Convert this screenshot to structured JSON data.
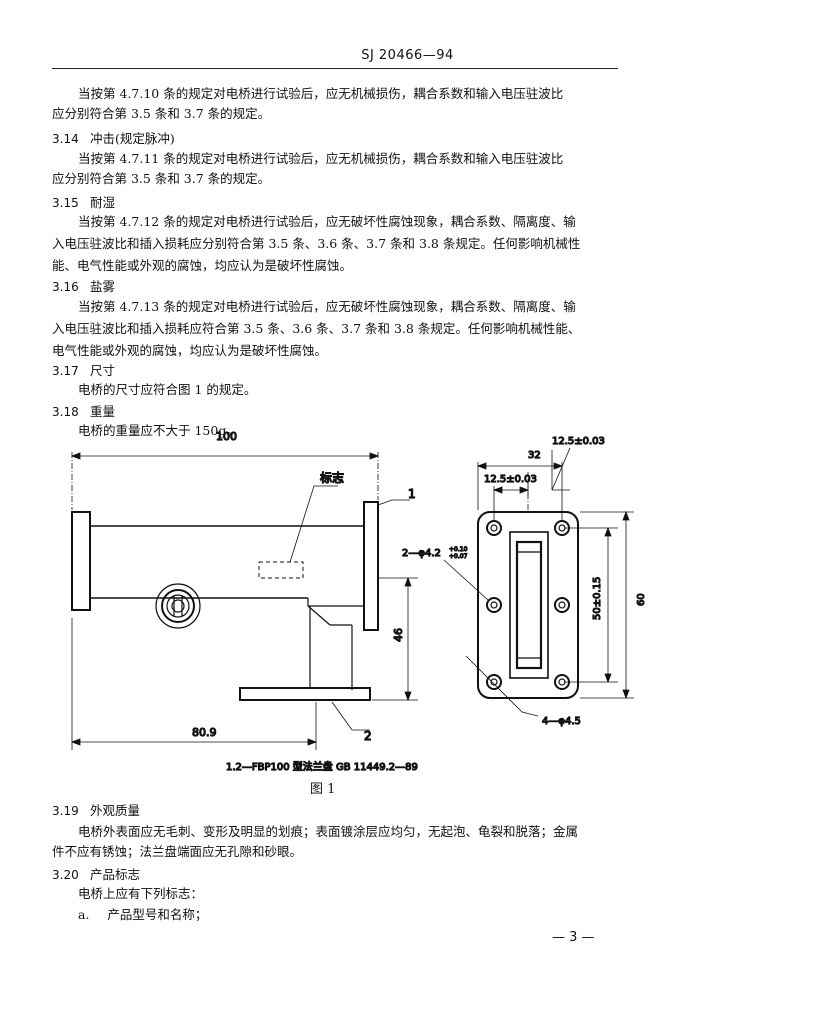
{
  "header": {
    "code": "SJ 20466—94"
  },
  "paragraphs": [
    "当按第 4.7.10 条的规定对电桥进行试验后，应无机械损伤，耦合系数和输入电压驻波比",
    "应分别符合第 3.5 条和 3.7 条的规定。"
  ],
  "sections": [
    {
      "num": "3.14",
      "title": "冲击(规定脉冲)",
      "lines": [
        "当按第 4.7.11 条的规定对电桥进行试验后，应无机械损伤，耦合系数和输入电压驻波比",
        "应分别符合第 3.5 条和 3.7 条的规定。"
      ]
    },
    {
      "num": "3.15",
      "title": "耐湿",
      "lines": [
        "当按第 4.7.12 条的规定对电桥进行试验后，应无破坏性腐蚀现象，耦合系数、隔离度、输",
        "入电压驻波比和插入损耗应分别符合第 3.5 条、3.6 条、3.7 条和 3.8 条规定。任何影响机械性",
        "能、电气性能或外观的腐蚀，均应认为是破坏性腐蚀。"
      ]
    },
    {
      "num": "3.16",
      "title": "盐雾",
      "lines": [
        "当按第 4.7.13 条的规定对电桥进行试验后，应无破坏性腐蚀现象，耦合系数、隔离度、输",
        "入电压驻波比和插入损耗应符合第 3.5 条、3.6 条、3.7 条和 3.8 条规定。任何影响机械性能、",
        "电气性能或外观的腐蚀，均应认为是破坏性腐蚀。"
      ]
    },
    {
      "num": "3.17",
      "title": "尺寸",
      "lines": [
        "电桥的尺寸应符合图 1 的规定。"
      ]
    },
    {
      "num": "3.18",
      "title": "重量",
      "lines": [
        "电桥的重量应不大于 150g。"
      ]
    }
  ],
  "figure": {
    "dims": {
      "d100": "100",
      "d80_9": "80.9",
      "d46": "46",
      "d32": "32",
      "d12_5a": "12.5±0.03",
      "d12_5b": "12.5±0.03",
      "d50": "50±0.15",
      "d60": "60",
      "hole2": "2—φ4.2",
      "hole2_tol_up": "+0.10",
      "hole2_tol_dn": "+0.07",
      "hole4": "4—φ4.5"
    },
    "labels": {
      "mark": "标志",
      "n1": "1",
      "n2": "2"
    },
    "legend": "1.2—FBP100 型法兰盘   GB 11449.2—89",
    "caption": "图 1"
  },
  "sections_after": [
    {
      "num": "3.19",
      "title": "外观质量",
      "lines": [
        "电桥外表面应无毛刺、变形及明显的划痕；表面镀涂层应均匀，无起泡、龟裂和脱落；金属",
        "件不应有锈蚀；法兰盘端面应无孔隙和砂眼。"
      ]
    },
    {
      "num": "3.20",
      "title": "产品标志",
      "lines": [
        "电桥上应有下列标志："
      ]
    }
  ],
  "list_item": {
    "marker": "a.",
    "text": "产品型号和名称；"
  },
  "page_number": "— 3 —"
}
